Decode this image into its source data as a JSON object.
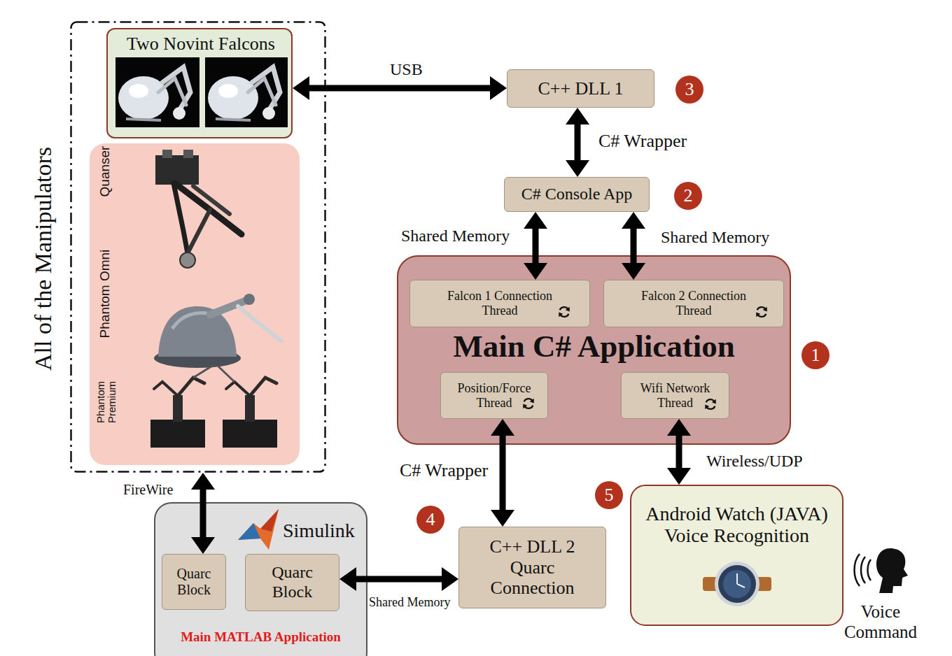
{
  "diagram": {
    "nodes": [
      {
        "text": [
          "All of the Manipulators"
        ]
      },
      {
        "text": [
          "Two Novint Falcons"
        ],
        "in": 0
      },
      {
        "text": [
          "Quanser",
          "Phantom Omni",
          "Phantom Premium"
        ],
        "in": 0
      },
      {
        "text": [
          "C++ DLL 1"
        ]
      },
      {
        "text": [
          "C# Console App"
        ]
      },
      {
        "text": [
          "Main C# Application"
        ]
      },
      {
        "text": [
          "Falcon 1 Connection Thread"
        ],
        "in": 5
      },
      {
        "text": [
          "Falcon 2 Connection Thread"
        ],
        "in": 5
      },
      {
        "text": [
          "Position/Force Thread"
        ],
        "in": 5
      },
      {
        "text": [
          "Wifi Network Thread"
        ],
        "in": 5
      },
      {
        "text": [
          "Simulink",
          "Main MATLAB Application"
        ]
      },
      {
        "text": [
          "Quarc Block"
        ],
        "in": 10
      },
      {
        "text": [
          "Quarc Block"
        ],
        "in": 10
      },
      {
        "text": [
          "C++ DLL 2 Quarc Connection"
        ]
      },
      {
        "text": [
          "Android Watch (JAVA) Voice Recognition"
        ]
      }
    ],
    "edges": [
      {
        "from": 1,
        "to": 3,
        "arrow": "both",
        "label": "USB"
      },
      {
        "from": 3,
        "to": 4,
        "arrow": "both",
        "label": "C# Wrapper"
      },
      {
        "from": 4,
        "to": 6,
        "arrow": "both",
        "label": "Shared Memory"
      },
      {
        "from": 4,
        "to": 7,
        "arrow": "both",
        "label": "Shared Memory"
      },
      {
        "from": 8,
        "to": 13,
        "arrow": "both",
        "label": "C# Wrapper"
      },
      {
        "from": 9,
        "to": 14,
        "arrow": "both",
        "label": "Wireless/UDP"
      },
      {
        "from": 0,
        "to": 11,
        "arrow": "both",
        "label": "FireWire"
      },
      {
        "from": 12,
        "to": 13,
        "arrow": "both",
        "label": "Shared Memory"
      }
    ],
    "labels": [
      "3",
      "2",
      "1",
      "4",
      "5",
      "Voice Command"
    ]
  }
}
